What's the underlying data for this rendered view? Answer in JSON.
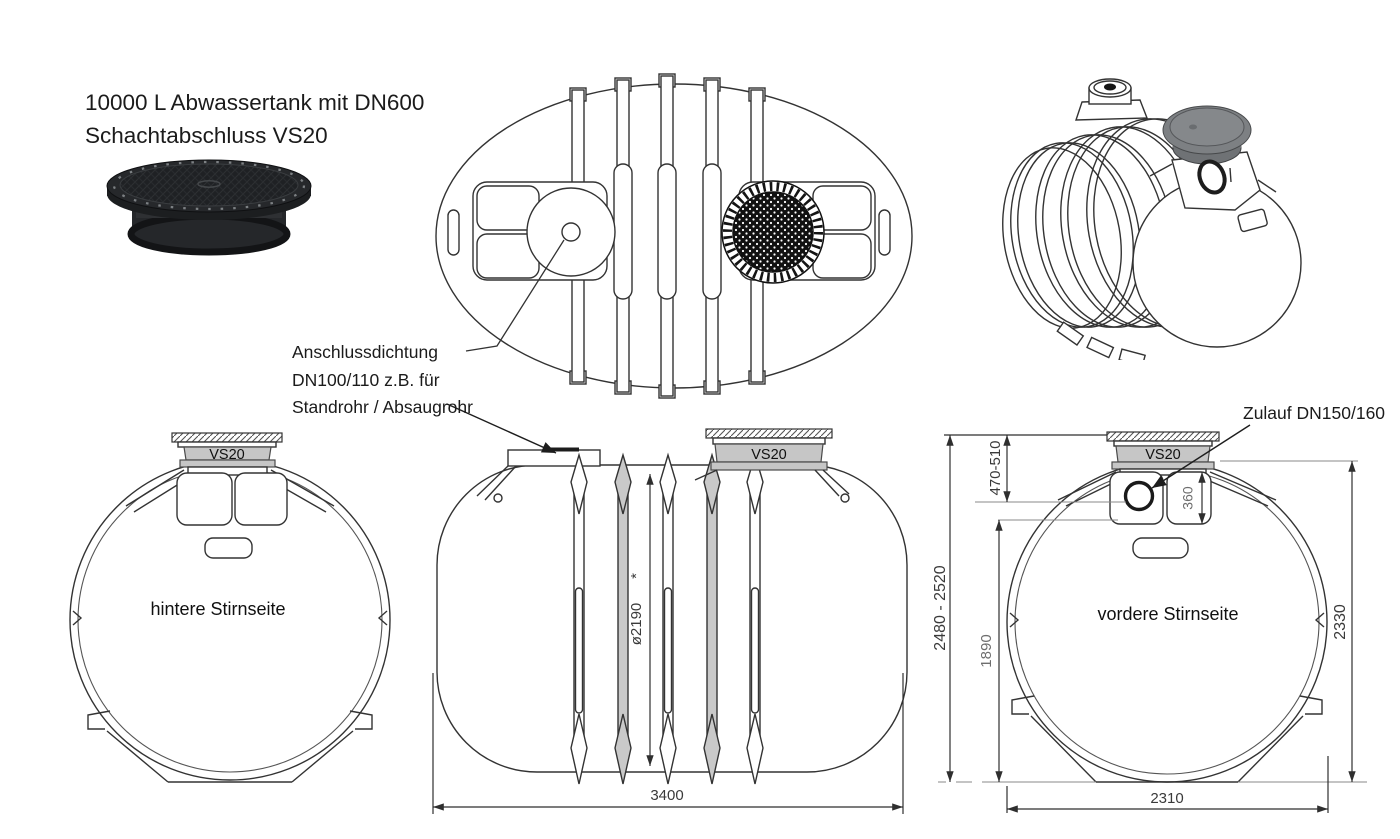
{
  "header": {
    "title_line1": "10000 L Abwassertank mit DN600",
    "title_line2": "Schachtabschluss VS20"
  },
  "callouts": {
    "anschlussdichtung": {
      "line1": "Anschlussdichtung",
      "line2": "DN100/110 z.B. für",
      "line3": "Standrohr / Absaugrohr"
    },
    "zulauf": {
      "label": "Zulauf DN150/160"
    }
  },
  "views": {
    "rear_face": {
      "label": "hintere Stirnseite",
      "cap": "VS20"
    },
    "side": {
      "cap": "VS20",
      "dim_diameter": "ø2190",
      "dim_note": "*",
      "dim_length": "3400"
    },
    "front_face": {
      "label": "vordere Stirnseite",
      "cap": "VS20",
      "dim_cover_height": "470-510",
      "dim_overall_height": "2480 - 2520",
      "dim_body_height": "1890",
      "dim_inlet_depth": "360",
      "dim_tank_height": "2330",
      "dim_width": "2310"
    }
  },
  "colors": {
    "cap_fill": "#c6c6c6",
    "iso_cover": "#7d8083",
    "drawing_line": "#333333",
    "text": "#1b1b1b"
  }
}
